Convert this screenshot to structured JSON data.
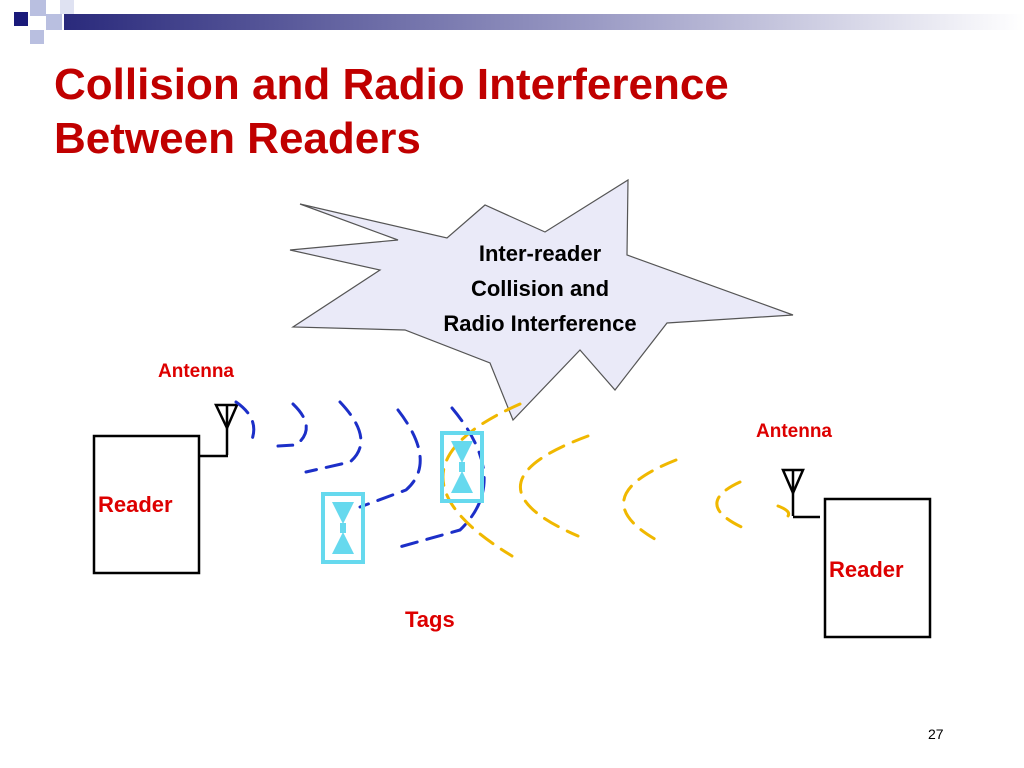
{
  "slide": {
    "title_line1": "Collision and Radio Interference",
    "title_line2": "Between Readers",
    "page_number": "27"
  },
  "diagram": {
    "burst_line1": "Inter-reader",
    "burst_line2": "Collision and",
    "burst_line3": "Radio Interference",
    "antenna_left": "Antenna",
    "antenna_right": "Antenna",
    "reader_left": "Reader",
    "reader_right": "Reader",
    "tags": "Tags"
  },
  "colors": {
    "title": "#c00000",
    "label": "#dd0000",
    "header_bar": "#2a2a7c",
    "burst_fill": "#eaeaf8",
    "wave_left": "#1c2fc8",
    "wave_right": "#f0b800",
    "tag": "#66d9ee"
  }
}
